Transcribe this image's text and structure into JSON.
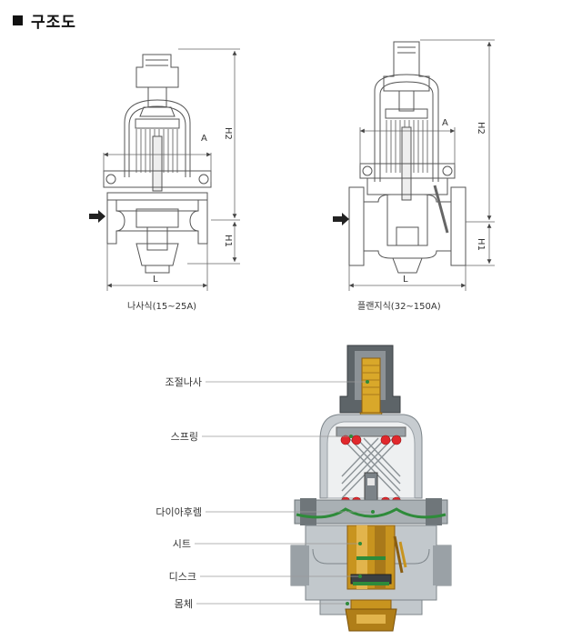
{
  "heading": {
    "title": "구조도"
  },
  "top_views": {
    "threaded": {
      "caption": "나사식(15~25A)",
      "dim_a": "A",
      "dim_h2": "H2",
      "dim_h1": "H1",
      "dim_l": "L"
    },
    "flanged": {
      "caption": "플랜지식(32~150A)",
      "dim_a": "A",
      "dim_h2": "H2",
      "dim_h1": "H1",
      "dim_l": "L"
    }
  },
  "cutaway": {
    "labels": {
      "adjust_screw": "조절나사",
      "spring": "스프링",
      "diaphragm": "다이아후렘",
      "seat": "시트",
      "disc": "디스크",
      "body": "몸체"
    }
  },
  "colors": {
    "line": "#444444",
    "body_gray": "#b9c0c4",
    "cap_gray": "#5d6468",
    "brass": "#c8941f",
    "brass_dark": "#8a5d10",
    "spring_red": "#e0282c",
    "diaphragm_green": "#2e8b3a"
  }
}
